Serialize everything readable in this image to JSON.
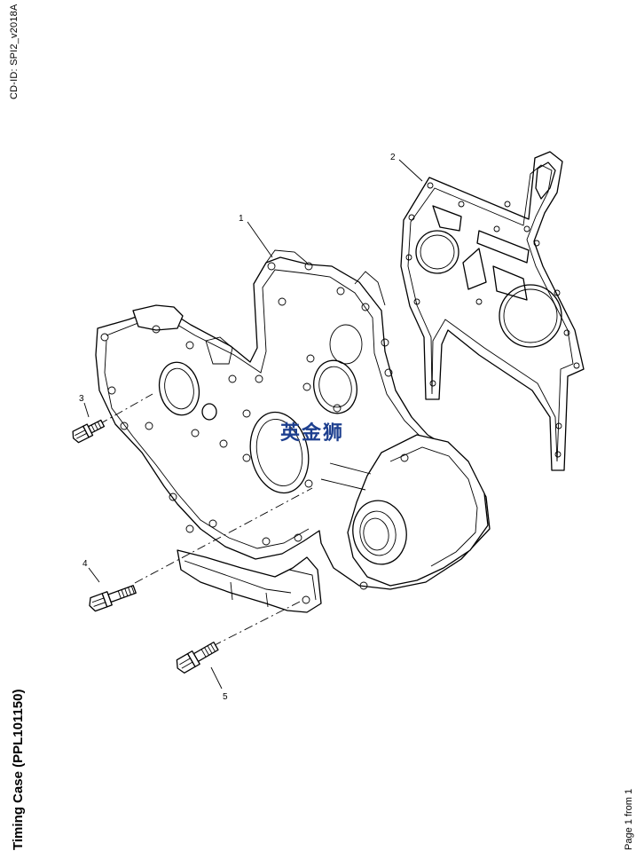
{
  "header": {
    "cd_id": "CD-ID: SPI2_v2018A"
  },
  "footer": {
    "title": "Timing Case (PPL101150)",
    "page": "Page 1 from 1"
  },
  "callouts": [
    "1",
    "2",
    "3",
    "4",
    "5"
  ],
  "watermark": "英金狮"
}
